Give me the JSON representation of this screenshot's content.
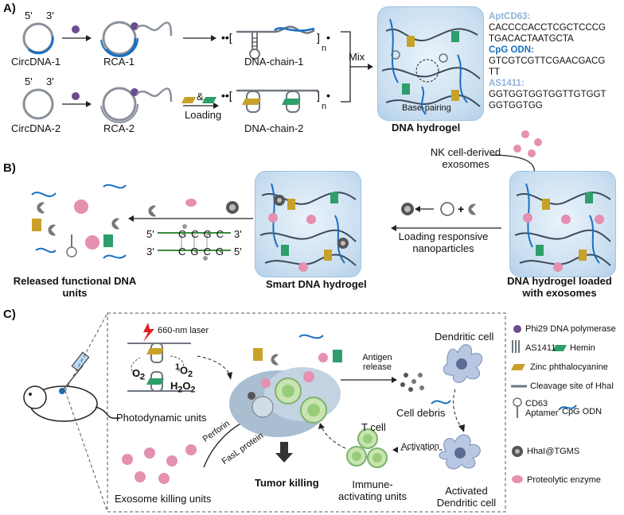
{
  "panels": {
    "a": "A)",
    "b": "B)",
    "c": "C)"
  },
  "panel_a": {
    "prime5_1": "5'",
    "prime3_1": "3'",
    "prime5_2": "5'",
    "prime3_2": "3'",
    "circ1": "CircDNA-1",
    "rca1": "RCA-1",
    "chain1": "DNA-chain-1",
    "circ2": "CircDNA-2",
    "rca2": "RCA-2",
    "chain2": "DNA-chain-2",
    "loading": "Loading",
    "amp": "&",
    "n1": "n",
    "n2": "n",
    "mix": "Mix",
    "base_pairing": "Base-pairing",
    "hydrogel_title": "DNA hydrogel",
    "sequences": [
      {
        "name": "AptCD63:",
        "color": "#8fb3da",
        "seq": [
          "CACCCCACCTCGCTCCCG",
          "TGACACTAATGCTA"
        ]
      },
      {
        "name": "CpG ODN:",
        "color": "#1a6fc0",
        "seq": [
          "GTCGTCGTTCGAACGACG",
          "TT"
        ]
      },
      {
        "name": "AS1411:",
        "color": "#8fb3da",
        "seq": [
          "GGTGGTGGTGGTTGTGGT",
          "GGTGGTGG"
        ]
      }
    ]
  },
  "panel_b": {
    "nk_label": "NK cell-derived exosomes",
    "loaded_title": "DNA hydrogel loaded with exosomes",
    "loading_np": "Loading responsive nanoparticles",
    "smart_title": "Smart DNA hydrogel",
    "released_title": "Released functional DNA units",
    "dna_top": {
      "p5": "5'",
      "seq": "GCGC",
      "p3": "3'"
    },
    "dna_bottom": {
      "p3": "3'",
      "seq": "CGCG",
      "p5": "5'"
    }
  },
  "panel_c": {
    "laser": "660-nm laser",
    "o2": "O",
    "o2sub": "2",
    "singlet_sup": "1",
    "singlet": "O",
    "singlet_sub": "2",
    "h2o2": "H",
    "h2o2_sub1": "2",
    "h2o2_o": "O",
    "h2o2_sub2": "2",
    "photodynamic": "Photodynamic units",
    "exosome_killing": "Exosome killing units",
    "perforin": "Perforin",
    "fasl": "FasL protein",
    "tumor_killing": "Tumor killing",
    "antigen_release": "Antigen release",
    "cell_debris": "Cell debris",
    "dendritic_cell": "Dendritic cell",
    "activated_dc": "Activated Dendritic cell",
    "activation": "Activation",
    "t_cell": "T cell",
    "immune_units": "Immune-activating units"
  },
  "legend": [
    {
      "icon": "purple-dot-icon",
      "label": "Phi29 DNA polymerase"
    },
    {
      "icon": "as1411-icon",
      "label": "AS1411"
    },
    {
      "icon": "hemin-icon",
      "label": "Hemin"
    },
    {
      "icon": "zinc-pc-icon",
      "label": "Zinc phthalocyanine"
    },
    {
      "icon": "cleavage-icon",
      "label": "Cleavage site of HhaI"
    },
    {
      "icon": "cd63-aptamer-icon",
      "label": "CD63 Aptamer"
    },
    {
      "icon": "cpg-icon",
      "label": "CpG ODN"
    },
    {
      "icon": "hhai-tgms-icon",
      "label": "HhaI@TGMS"
    },
    {
      "icon": "enzyme-icon",
      "label": "Proteolytic enzyme"
    }
  ],
  "colors": {
    "strand_blue": "#1a6fc0",
    "strand_gray": "#6f7780",
    "hemin": "#2e9e6a",
    "zinc": "#c8a12a",
    "exosome": "#e58fb1",
    "purple": "#6b4c8c"
  }
}
